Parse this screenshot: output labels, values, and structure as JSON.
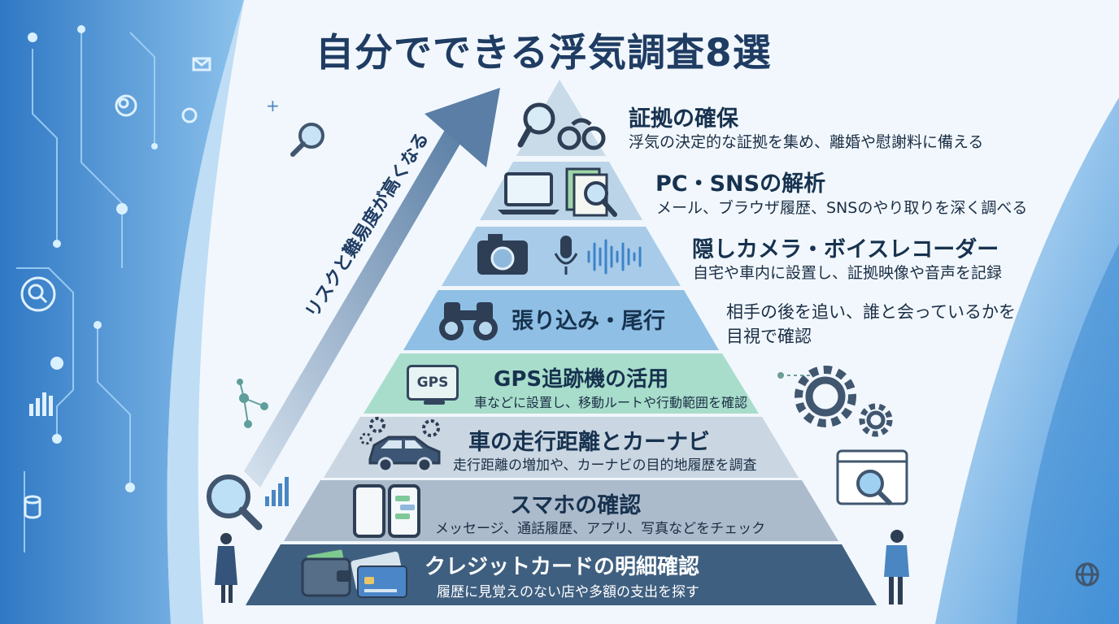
{
  "title": "自分でできる浮気調査8選",
  "arrow_label": "リスクと難易度が高くなる",
  "levels": [
    {
      "title": "証拠の確保",
      "desc": "浮気の決定的な証拠を集め、離婚や慰謝料に備える",
      "icons": [
        "magnifier-icon",
        "handcuffs-icon"
      ]
    },
    {
      "title": "PC・SNSの解析",
      "desc": "メール、ブラウザ履歴、SNSのやり取りを深く調べる",
      "icons": [
        "laptop-icon",
        "document-magnifier-icon"
      ]
    },
    {
      "title": "隠しカメラ・ボイスレコーダー",
      "desc": "自宅や車内に設置し、証拠映像や音声を記録",
      "icons": [
        "camera-icon",
        "microphone-icon"
      ]
    },
    {
      "title": "張り込み・尾行",
      "desc_lines": [
        "相手の後を追い、誰と会っているかを",
        "目視で確認"
      ],
      "icons": [
        "binoculars-icon"
      ]
    },
    {
      "title": "GPS追跡機の活用",
      "desc": "車などに設置し、移動ルートや行動範囲を確認",
      "icons": [
        "gps-device-icon"
      ],
      "gps_label": "GPS"
    },
    {
      "title": "車の走行距離とカーナビ",
      "desc": "走行距離の増加や、カーナビの目的地履歴を調査",
      "icons": [
        "car-icon",
        "gears-icon"
      ]
    },
    {
      "title": "スマホの確認",
      "desc": "メッセージ、通話履歴、アプリ、写真などをチェック",
      "icons": [
        "smartphone-icon",
        "chat-phone-icon"
      ]
    },
    {
      "title": "クレジットカードの明細確認",
      "desc": "履歴に見覚えのない店や多額の支出を探す",
      "icons": [
        "wallet-icon",
        "credit-card-icon"
      ]
    }
  ],
  "colors": {
    "title": "#1f3c63",
    "tier1": "#c9dbe9",
    "tier2": "#bcd4e8",
    "tier3": "#a7cbe8",
    "tier4": "#8fbfe4",
    "tier5": "#9fd8c6",
    "tier6": "#c5d3df",
    "tier7": "#aab8c8",
    "tier8": "#3f5f80"
  }
}
